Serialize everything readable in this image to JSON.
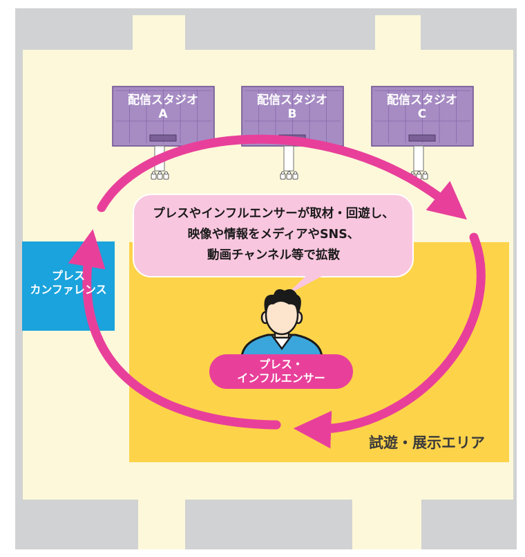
{
  "colors": {
    "outer_wall": "#d1d2d3",
    "floor": "#fdf8da",
    "booth_area": "#fdd34a",
    "studio": "#a78cc4",
    "press_conference": "#1aa3dc",
    "arrow": "#e8409a",
    "bubble": "#f9c6df",
    "role_badge": "#e8409a"
  },
  "studios": [
    {
      "name": "配信スタジオ",
      "letter": "A"
    },
    {
      "name": "配信スタジオ",
      "letter": "B"
    },
    {
      "name": "配信スタジオ",
      "letter": "C"
    }
  ],
  "press_conference": {
    "line1": "プレス",
    "line2": "カンファレンス"
  },
  "speech_bubble": {
    "line1": "プレスやインフルエンサーが取材・回遊し、",
    "line2": "映像や情報をメディアやSNS、",
    "line3": "動画チャンネル等で拡散"
  },
  "role_badge": {
    "line1": "プレス・",
    "line2": "インフルエンサー"
  },
  "area_label": "試遊・展示エリア",
  "icons": [
    "person-icon",
    "camera-icon",
    "circular-flow-arrow"
  ]
}
